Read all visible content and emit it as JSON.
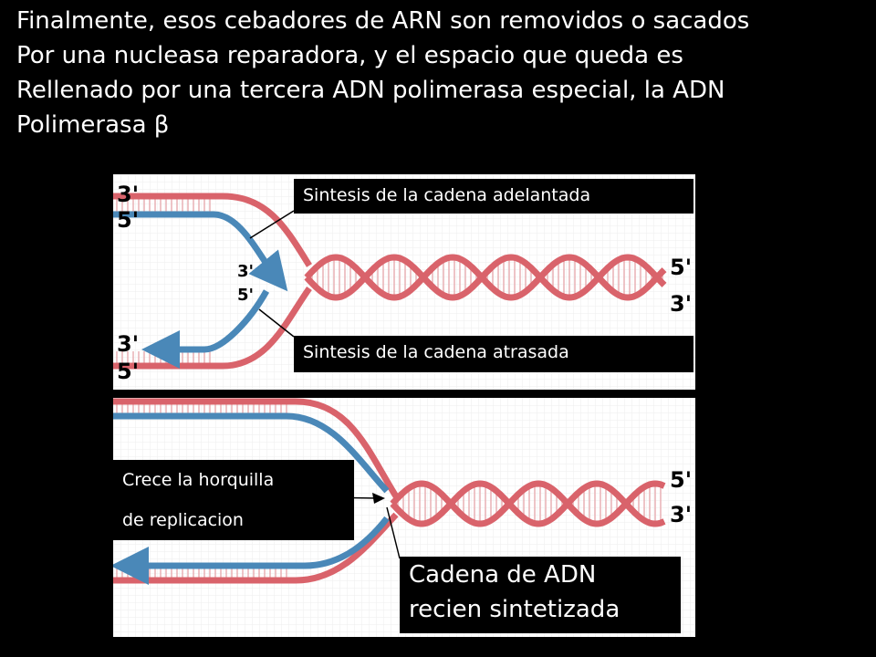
{
  "intro": {
    "line1": "Finalmente, esos cebadores de ARN son removidos o sacados",
    "line2": "Por una nucleasa reparadora, y el espacio que queda es",
    "line3": "Rellenado por una tercera ADN polimerasa especial, la ADN",
    "line4": "Polimerasa β"
  },
  "top_panel": {
    "left_top_3": "3'",
    "left_top_5": "5'",
    "mid_3": "3'",
    "mid_5": "5'",
    "left_bot_3": "3'",
    "left_bot_5": "5'",
    "right_5": "5'",
    "right_3": "3'",
    "leading_label": "Sintesis de la cadena adelantada",
    "lagging_label": "Sintesis de la cadena atrasada"
  },
  "bottom_panel": {
    "right_5": "5'",
    "right_3": "3'",
    "fork_label_line1": "Crece la horquilla",
    "fork_label_line2": "de replicacion",
    "new_strand_line1": "Cadena de ADN",
    "new_strand_line2": "recien sintetizada"
  },
  "colors": {
    "parental": "#d9636b",
    "new_strand": "#4a88b8",
    "rung": "#e8b0b4"
  }
}
